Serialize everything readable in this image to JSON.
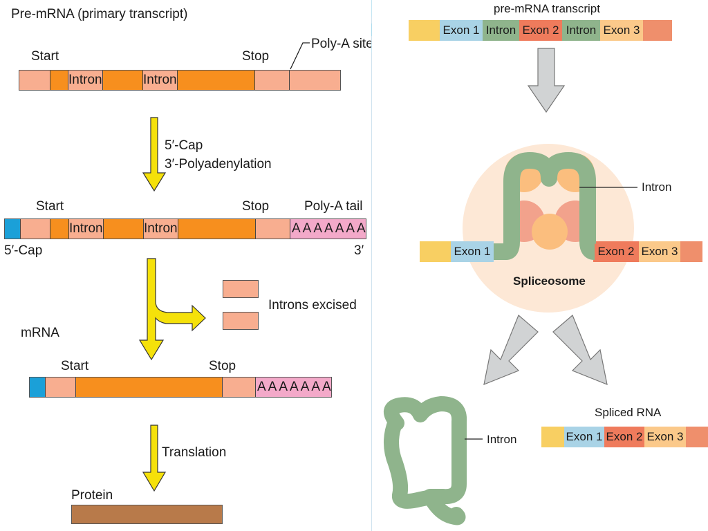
{
  "left": {
    "title": "Pre-mRNA (primary transcript)",
    "step1": {
      "start": "Start",
      "stop": "Stop",
      "polya_site": "Poly-A site",
      "intron1": "Intron",
      "intron2": "Intron"
    },
    "arrow1": {
      "line1": "5′-Cap",
      "line2": "3′-Polyadenylation"
    },
    "step2": {
      "start": "Start",
      "stop": "Stop",
      "polya_tail": "Poly-A tail",
      "intron1": "Intron",
      "intron2": "Intron",
      "polyA_seq": "AAAAAAA",
      "cap5": "5′-Cap",
      "end3": "3′"
    },
    "excised": "Introns excised",
    "step3": {
      "label": "mRNA",
      "start": "Start",
      "stop": "Stop",
      "polyA_seq": "AAAAAAA"
    },
    "arrow3": "Translation",
    "protein": "Protein"
  },
  "right": {
    "title": "pre-mRNA transcript",
    "top_bar": [
      "Exon 1",
      "Intron",
      "Exon 2",
      "Intron",
      "Exon 3"
    ],
    "mid_bar": {
      "exon1": "Exon 1",
      "exon2": "Exon 2",
      "exon3": "Exon 3"
    },
    "intron_label": "Intron",
    "spliceosome": "Spliceosome",
    "free_intron_label": "Intron",
    "spliced_title": "Spliced RNA",
    "spliced_bar": [
      "Exon 1",
      "Exon 2",
      "Exon 3"
    ]
  },
  "colors": {
    "utr": "#f8ae90",
    "coding": "#f78f1e",
    "cap": "#1ba0d8",
    "polyA": "#f3a9c9",
    "protein": "#b87a4a",
    "arrow_yellow": "#f5e10a",
    "exon1": "#a9d3e6",
    "exon2": "#ef7b5c",
    "exon3": "#fbc98a",
    "intron_green": "#8fb48c",
    "yellow_end": "#f8cf62",
    "spliceosome_bg": "#fde8d6",
    "gray_arrow": "#d1d3d4"
  }
}
